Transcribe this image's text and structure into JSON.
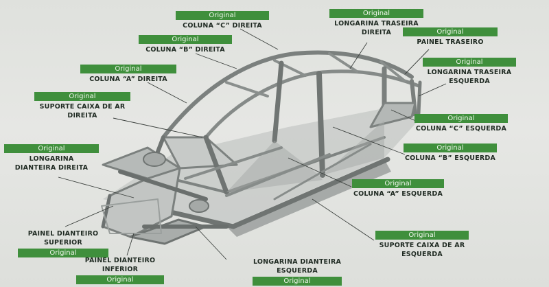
{
  "badge_text": "Original",
  "labels": {
    "coluna_c_direita": "COLUNA “C” DIREITA",
    "coluna_b_direita": "COLUNA “B” DIREITA",
    "coluna_a_direita": "COLUNA “A” DIREITA",
    "suporte_caixa_direita": "SUPORTE CAIXA DE AR\nDIREITA",
    "longarina_dianteira_direita": "LONGARINA\nDIANTEIRA DIREITA",
    "painel_dianteiro_superior": "PAINEL DIANTEIRO\nSUPERIOR",
    "painel_dianteiro_inferior": "PAINEL DIANTEIRO\nINFERIOR",
    "longarina_dianteira_esquerda": "LONGARINA DIANTEIRA\nESQUERDA",
    "suporte_caixa_esquerda": "SUPORTE CAIXA DE AR\nESQUERDA",
    "coluna_a_esquerda": "COLUNA “A” ESQUERDA",
    "coluna_b_esquerda": "COLUNA “B” ESQUERDA",
    "coluna_c_esquerda": "COLUNA “C” ESQUERDA",
    "longarina_traseira_esquerda": "LONGARINA TRASEIRA\nESQUERDA",
    "painel_traseiro": "PAINEL TRASEIRO",
    "longarina_traseira_direita": "LONGARINA TRASEIRA\nDIREITA"
  },
  "colors": {
    "badge": "#3f8f3c",
    "label_text": "#1f2a22",
    "leader_line": "#3a3f3c",
    "frame": "#8c918f"
  }
}
